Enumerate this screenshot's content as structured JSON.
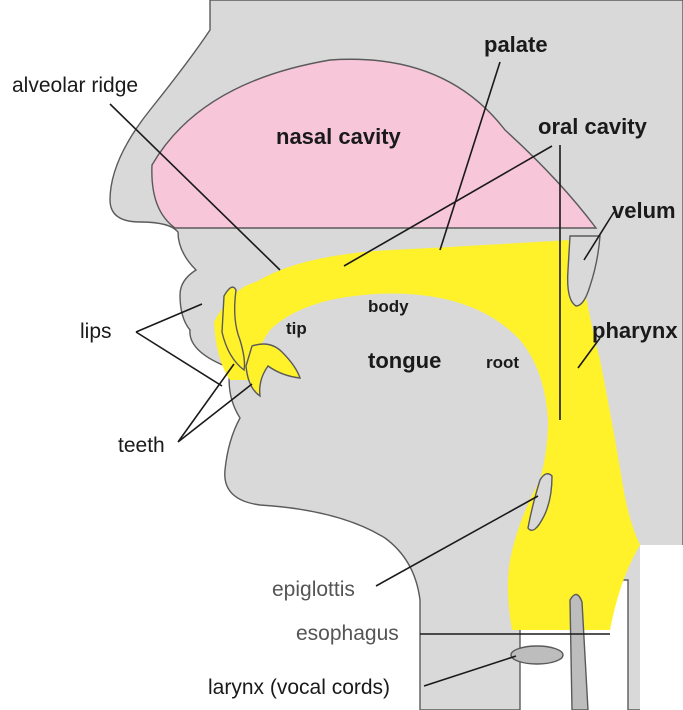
{
  "diagram": {
    "colors": {
      "head": "#d9d9d9",
      "nasal_cavity": "#f7c6d9",
      "airway": "#fff22a",
      "outline": "#5a5a5a",
      "background": "#ffffff"
    },
    "labels": {
      "alveolar_ridge": "alveolar ridge",
      "palate": "palate",
      "nasal_cavity": "nasal cavity",
      "oral_cavity": "oral cavity",
      "velum": "velum",
      "lips": "lips",
      "body": "body",
      "tip": "tip",
      "pharynx": "pharynx",
      "tongue": "tongue",
      "root": "root",
      "teeth": "teeth",
      "epiglottis": "epiglottis",
      "esophagus": "esophagus",
      "larynx": "larynx (vocal cords)"
    }
  }
}
